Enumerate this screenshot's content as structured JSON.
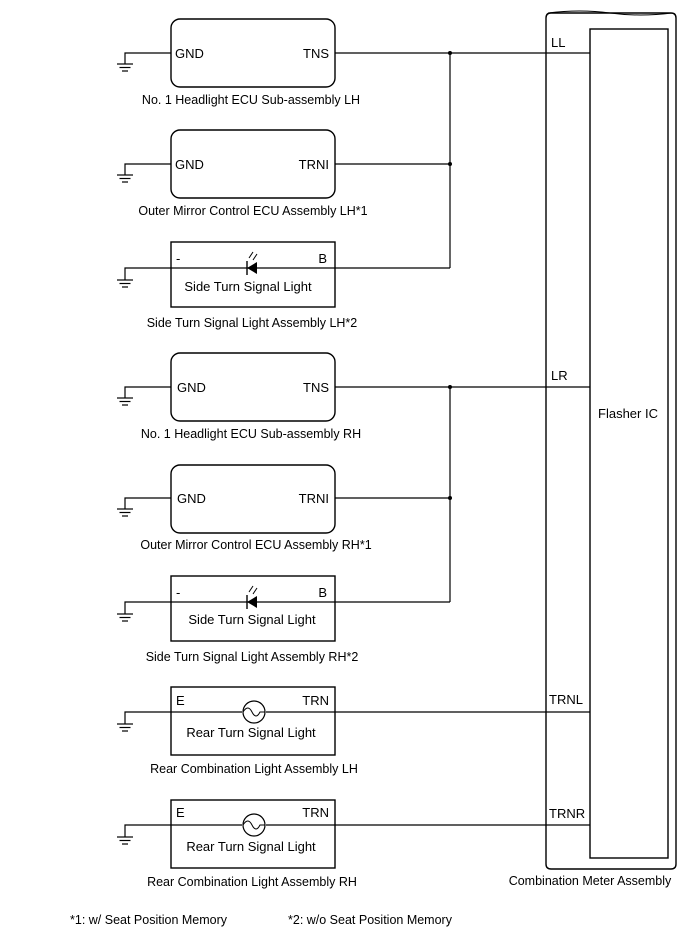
{
  "components": [
    {
      "caption": "No. 1 Headlight ECU Sub-assembly LH",
      "left_pin": "GND",
      "right_pin": "TNS"
    },
    {
      "caption": "Outer Mirror Control ECU Assembly LH*1",
      "left_pin": "GND",
      "right_pin": "TRNI"
    },
    {
      "caption": "Side Turn Signal Light Assembly LH*2",
      "left_pin": "-",
      "right_pin": "B",
      "inner_label": "Side Turn Signal Light"
    },
    {
      "caption": "No. 1 Headlight ECU Sub-assembly RH",
      "left_pin": "GND",
      "right_pin": "TNS"
    },
    {
      "caption": "Outer Mirror Control ECU Assembly RH*1",
      "left_pin": "GND",
      "right_pin": "TRNI"
    },
    {
      "caption": "Side Turn Signal Light Assembly RH*2",
      "left_pin": "-",
      "right_pin": "B",
      "inner_label": "Side Turn Signal Light"
    },
    {
      "caption": "Rear Combination Light Assembly LH",
      "left_pin": "E",
      "right_pin": "TRN",
      "inner_label": "Rear Turn Signal Light"
    },
    {
      "caption": "Rear Combination Light Assembly RH",
      "left_pin": "E",
      "right_pin": "TRN",
      "inner_label": "Rear Turn Signal Light"
    }
  ],
  "meter": {
    "caption": "Combination Meter Assembly",
    "inner_label": "Flasher IC",
    "pins": {
      "ll": "LL",
      "lr": "LR",
      "trnl": "TRNL",
      "trnr": "TRNR"
    }
  },
  "notes": {
    "n1": "*1: w/ Seat Position Memory",
    "n2": "*2: w/o Seat Position Memory"
  }
}
